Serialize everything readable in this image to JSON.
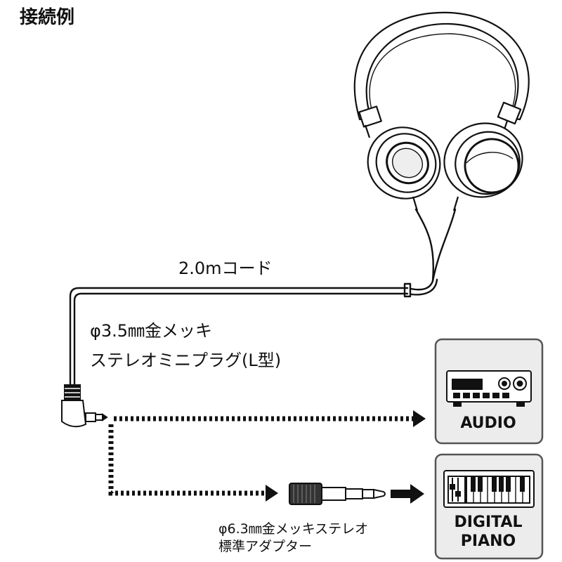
{
  "title": "接続例",
  "cord_label": "2.0mコード",
  "plug_label_line1": "φ3.5㎜金メッキ",
  "plug_label_line2": "ステレオミニプラグ(L型)",
  "adapter_label_line1": "φ6.3㎜金メッキステレオ",
  "adapter_label_line2": "標準アダプター",
  "devices": {
    "audio": "AUDIO",
    "digital_piano_line1": "DIGITAL",
    "digital_piano_line2": "PIANO"
  },
  "icons": {
    "headphones": "headphones-icon",
    "audio_amp": "audio-amplifier-icon",
    "keyboard": "keyboard-icon",
    "plug": "l-shaped-plug-icon",
    "adapter": "adapter-icon"
  },
  "colors": {
    "line": "#111111",
    "panel_fill": "#ececec",
    "panel_border": "#555555"
  }
}
